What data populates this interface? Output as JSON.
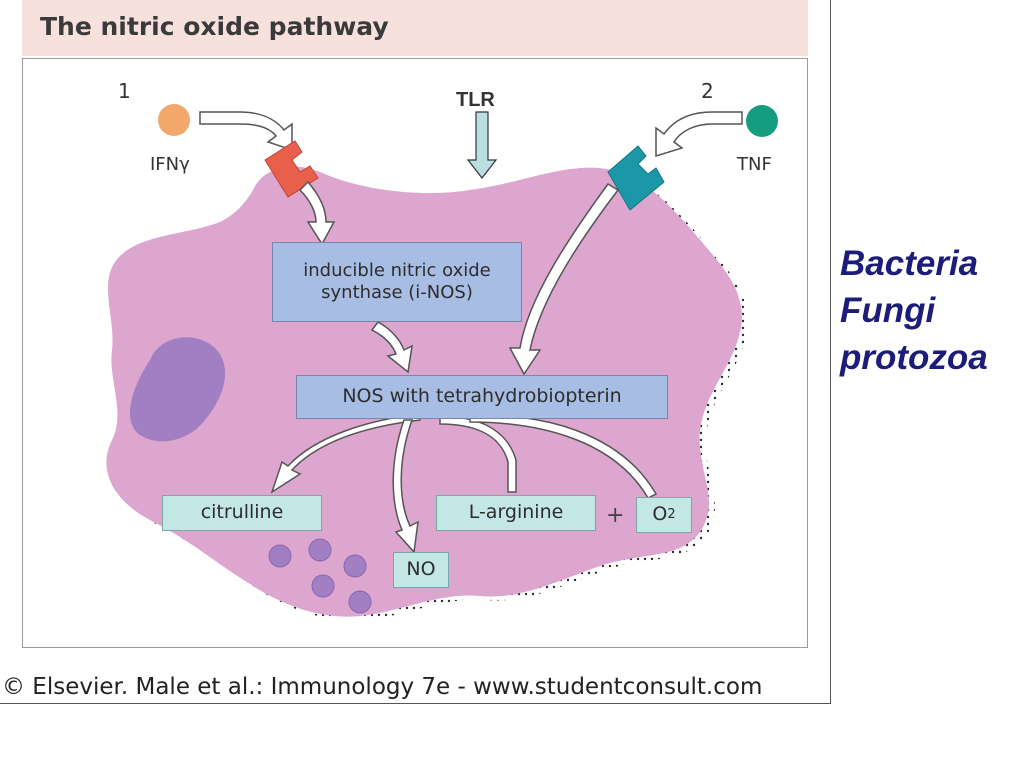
{
  "figure": {
    "title": "The nitric oxide pathway",
    "copyright": "© Elsevier. Male et al.: Immunology 7e - www.studentconsult.com"
  },
  "diagram": {
    "step1_label": "1",
    "step2_label": "2",
    "ifn_label": "IFNγ",
    "tnf_label": "TNF",
    "tlr_label": "TLR",
    "inos_line1": "inducible nitric oxide",
    "inos_line2": "synthase (i-NOS)",
    "nos_label": "NOS with tetrahydrobiopterin",
    "citrulline_label": "citrulline",
    "larginine_label": "L-arginine",
    "plus_label": "+",
    "o2_label": "O",
    "o2_subscript": "2",
    "no_label": "NO"
  },
  "pathogens": {
    "items": [
      "Bacteria",
      "Fungi",
      "protozoa"
    ]
  },
  "colors": {
    "cell_fill": "#dca6cf",
    "nucleus": "#a27fc3",
    "ifn_ligand": "#f2a86a",
    "tnf_ligand": "#149e80",
    "ifn_receptor": "#e8604c",
    "tnf_receptor": "#1b97a8",
    "tlr_arrow": "#b9dfe3",
    "pathogen_text": "#1c1c7a"
  }
}
